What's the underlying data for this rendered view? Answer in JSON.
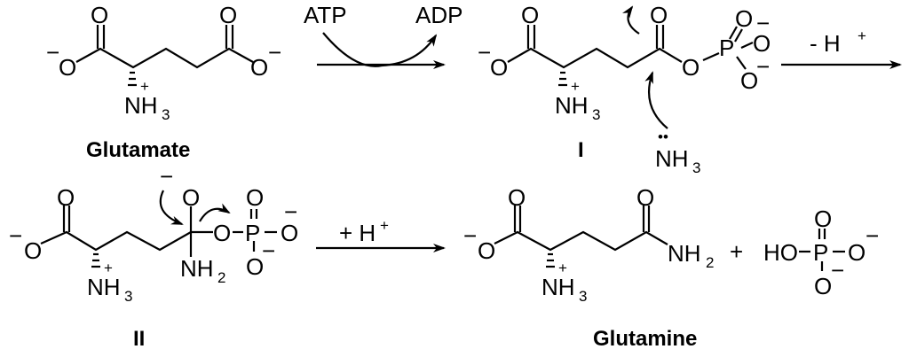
{
  "labels": {
    "glutamate": "Glutamate",
    "intermediate1": "I",
    "intermediate2": "II",
    "glutamine": "Glutamine"
  },
  "reagents": {
    "atp": "ATP",
    "adp": "ADP",
    "minus_h": "- H",
    "plus_h": "+ H",
    "plus_sign": "+"
  },
  "atoms": {
    "O": "O",
    "P": "P",
    "N": "N",
    "NH": "NH",
    "H": "H",
    "HO": "HO",
    "sub2": "2",
    "sub3": "3",
    "plus": "+",
    "minus": "−",
    "lone_pair": "••"
  }
}
